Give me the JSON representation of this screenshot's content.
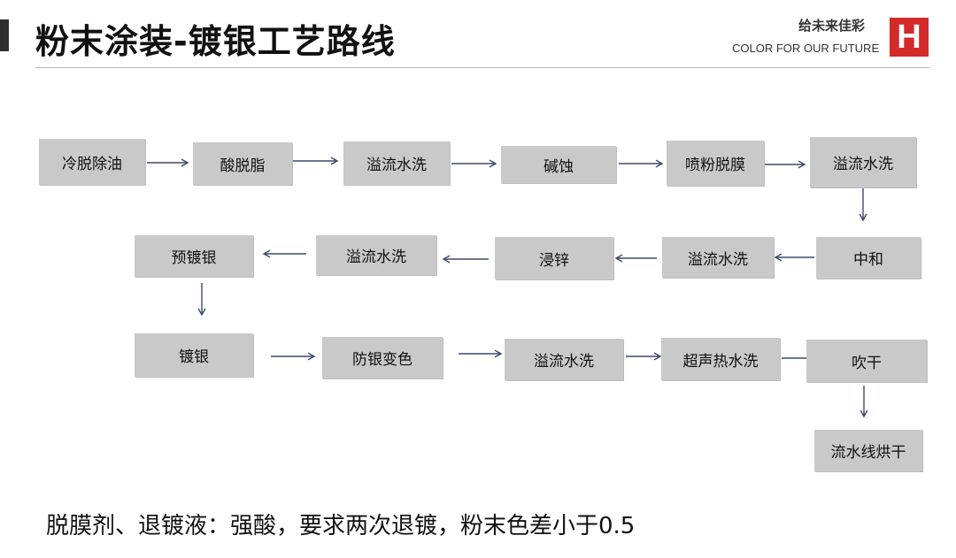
{
  "header": {
    "title": "粉末涂装-镀银工艺路线",
    "brand_cn": "给未来佳彩",
    "brand_en": "COLOR FOR OUR FUTURE",
    "logo_letter": "H",
    "logo_color": "#d42a2a"
  },
  "flow": {
    "steps": [
      "冷脱除油",
      "酸脱脂",
      "溢流水洗",
      "碱蚀",
      "喷粉脱膜",
      "溢流水洗",
      "中和",
      "溢流水洗",
      "浸锌",
      "溢流水洗",
      "预镀银",
      "镀银",
      "防银变色",
      "溢流水洗",
      "超声热水洗",
      "吹干",
      "流水线烘干"
    ],
    "box_color": "#c9c9c9",
    "arrow_color": "#3b4a6b"
  },
  "footnote": "脱膜剂、退镀液：强酸，要求两次退镀，粉末色差小于0.5"
}
